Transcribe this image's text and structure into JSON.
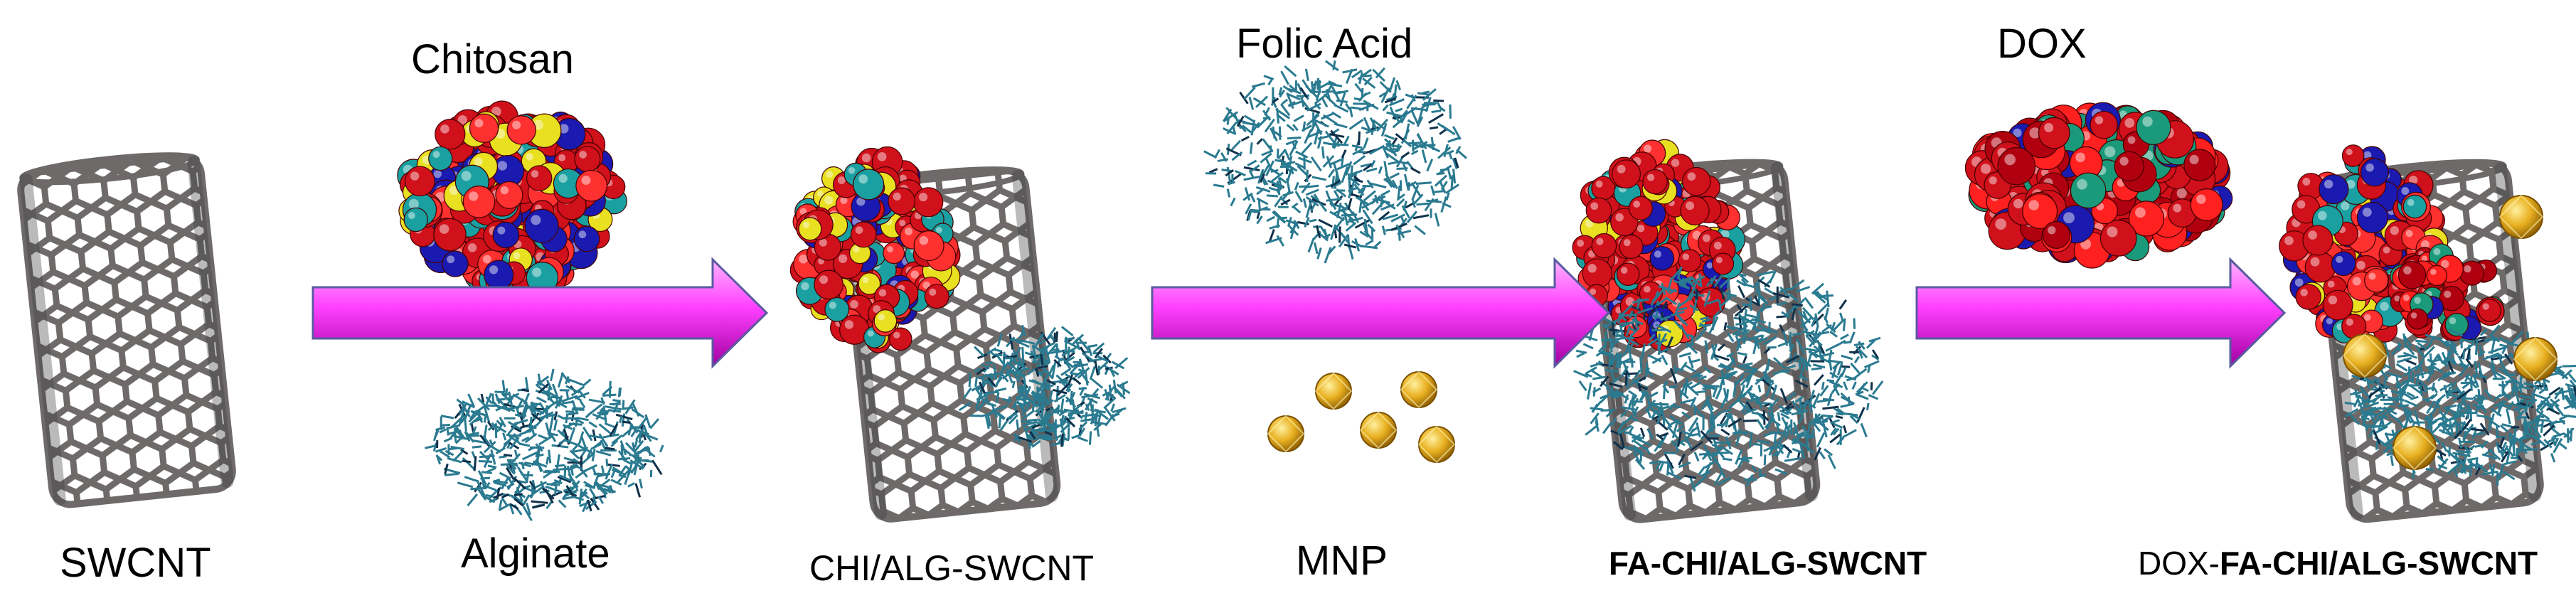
{
  "stages": [
    {
      "id": "swcnt",
      "label": "SWCNT"
    },
    {
      "id": "chi_alg_swcnt",
      "label": "CHI/ALG-SWCNT"
    },
    {
      "id": "fa_chi_alg_swcnt",
      "label": "FA-CHI/ALG-SWCNT"
    },
    {
      "id": "dox_fa_chi_alg_swcnt",
      "prefix": "DOX-",
      "label": "FA-CHI/ALG-SWCNT"
    }
  ],
  "reagents": [
    {
      "id": "chitosan",
      "label": "Chitosan"
    },
    {
      "id": "alginate",
      "label": "Alginate"
    },
    {
      "id": "folic_acid",
      "label": "Folic Acid"
    },
    {
      "id": "mnp",
      "label": "MNP"
    },
    {
      "id": "dox",
      "label": "DOX"
    }
  ],
  "colors": {
    "arrow_fill_light": "#ff8cff",
    "arrow_fill_dark": "#b400b4",
    "arrow_outline": "#5a5aa0",
    "nanotube": "#6e6a6a",
    "chitosan_red": "#d0101a",
    "chitosan_teal": "#1aa0a0",
    "chitosan_blue": "#1a1ab0",
    "alginate_teal": "#2a7a90",
    "gold": "#e8b020"
  },
  "icons": [
    "nanotube-icon",
    "chitosan-molecule-icon",
    "alginate-molecule-icon",
    "folic-acid-molecule-icon",
    "magnetic-nanoparticle-icon",
    "dox-molecule-icon",
    "reaction-arrow-icon"
  ]
}
